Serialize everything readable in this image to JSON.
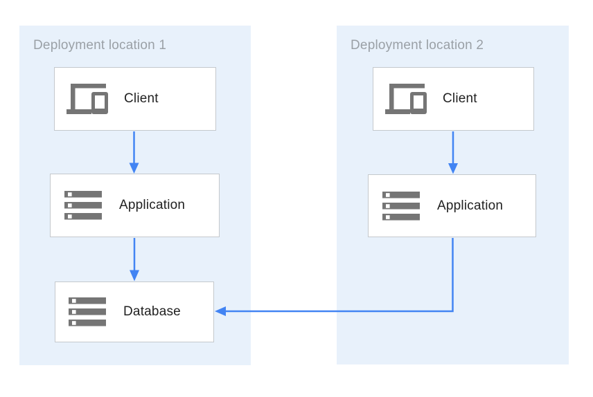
{
  "diagram": {
    "type": "architecture-diagram",
    "groups": [
      {
        "label": "Deployment location 1",
        "nodes": [
          {
            "id": "client-1",
            "label": "Client",
            "icon": "client-devices-icon"
          },
          {
            "id": "application-1",
            "label": "Application",
            "icon": "server-stack-icon"
          },
          {
            "id": "database-1",
            "label": "Database",
            "icon": "server-stack-icon"
          }
        ]
      },
      {
        "label": "Deployment location 2",
        "nodes": [
          {
            "id": "client-2",
            "label": "Client",
            "icon": "client-devices-icon"
          },
          {
            "id": "application-2",
            "label": "Application",
            "icon": "server-stack-icon"
          }
        ]
      }
    ],
    "edges": [
      {
        "from": "client-1",
        "to": "application-1",
        "style": "straight-down-arrow"
      },
      {
        "from": "application-1",
        "to": "database-1",
        "style": "straight-down-arrow"
      },
      {
        "from": "client-2",
        "to": "application-2",
        "style": "straight-down-arrow"
      },
      {
        "from": "application-2",
        "to": "database-1",
        "style": "elbow-down-then-left-arrow"
      }
    ],
    "colors": {
      "group_background": "#e8f1fb",
      "node_background": "#ffffff",
      "node_border": "#c4c8cc",
      "arrow": "#4284f3",
      "icon": "#757575",
      "group_label_text": "#9aa0a6",
      "node_label_text": "#212121"
    }
  }
}
